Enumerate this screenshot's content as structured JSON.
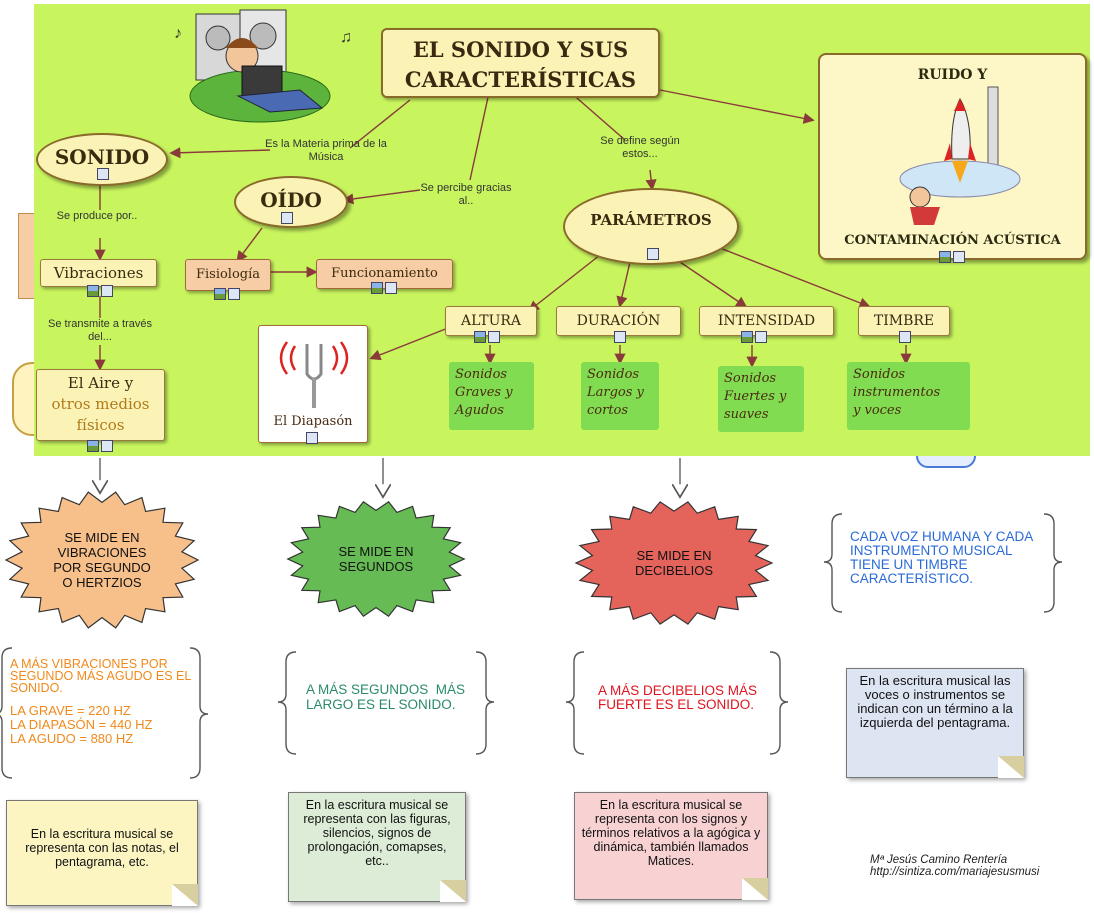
{
  "map": {
    "title_line1": "EL SONIDO Y SUS",
    "title_line2": "CARACTERÍSTICAS",
    "sonido": "SONIDO",
    "oido": "OÍDO",
    "parametros": "PARÁMETROS",
    "ruido_title": "RUIDO Y",
    "contaminacion": "CONTAMINACIÓN ACÚSTICA",
    "links": {
      "materia": "Es la Materia prima de la Música",
      "percibe": "Se percibe gracias al..",
      "define": "Se define según estos...",
      "produce": "Se produce por..",
      "transmite": "Se transmite a través del..."
    },
    "vibraciones": "Vibraciones",
    "aire_line1": "El Aire y",
    "aire_line2": "otros medios",
    "aire_line3": "físicos",
    "fisiologia": "Fisiología",
    "funcionamiento": "Funcionamiento",
    "diapason": "El Diapasón",
    "params": [
      "ALTURA",
      "DURACIÓN",
      "INTENSIDAD",
      "TIMBRE"
    ],
    "green_notes": [
      [
        "Sonidos",
        "Graves y",
        "Agudos"
      ],
      [
        "Sonidos",
        "Largos y",
        "cortos"
      ],
      [
        "Sonidos",
        "Fuertes y",
        "suaves"
      ],
      [
        "Sonidos",
        "instrumentos",
        "y voces"
      ]
    ]
  },
  "measures": [
    {
      "text": "SE MIDE EN VIBRACIONES POR SEGUNDO O HERTZIOS",
      "color": "#f7c08a"
    },
    {
      "text": "SE MIDE EN SEGUNDOS",
      "color": "#66bb55"
    },
    {
      "text": "SE MIDE EN DECIBELIOS",
      "color": "#e4645c"
    }
  ],
  "timbre_note": "CADA VOZ HUMANA Y CADA INSTRUMENTO MUSICAL TIENE UN TIMBRE CARACTERÍSTICO.",
  "braces": {
    "altura_intro": "A MÁS VIBRACIONES POR SEGUNDO MÁS AGUDO ES EL SONIDO.",
    "altura_values": [
      "LA GRAVE = 220 HZ",
      "LA DIAPASÓN = 440 HZ",
      "LA AGUDO = 880 HZ"
    ],
    "duracion": "A MÁS SEGUNDOS  MÁS LARGO ES EL SONIDO.",
    "intensidad": "A MÁS DECIBELIOS MÁS FUERTE ES EL SONIDO."
  },
  "notes": [
    {
      "text": "En la escritura musical se representa con las notas, el pentagrama, etc.",
      "color": "#fcf5c2"
    },
    {
      "text": "En la escritura musical se representa con las figuras, silencios, signos de prolongación, comapses, etc..",
      "color": "#dcecd6"
    },
    {
      "text": "En la escritura musical se representa con los signos y términos relativos a la agógica y dinámica, también llamados Matices.",
      "color": "#f8d2d2"
    },
    {
      "text": "En la escritura musical las voces o instrumentos se indican con un término a la izquierda del pentagrama.",
      "color": "#dde4f2"
    }
  ],
  "credit": {
    "author": "Mª Jesús Camino Rentería",
    "url": "http://sintiza.com/mariajesusmusi"
  },
  "colors": {
    "map_bg": "#c8f45e",
    "arrow": "#8a3a3a",
    "altura_text": "#f08a1c",
    "duracion_text": "#2a8a6a",
    "intensidad_text": "#e0141e",
    "timbre_text": "#2a6ad8"
  },
  "icons": [
    "rocket-icon",
    "tuning-fork-icon",
    "boy-headphones-icon",
    "concept-map-icon",
    "image-icon"
  ]
}
